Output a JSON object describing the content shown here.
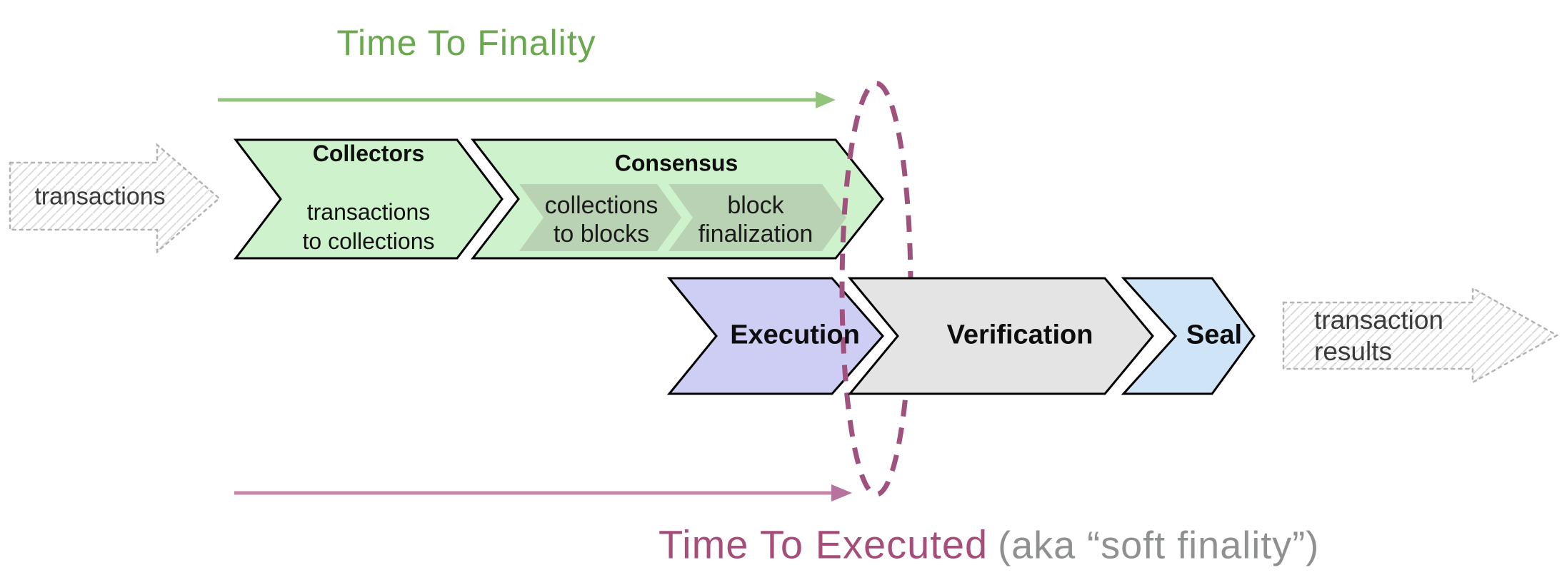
{
  "palette": {
    "title_green": "#6aa84f",
    "arrow_green": "#93c47d",
    "arrow_pink": "#c884a9",
    "arrow_pink_head": "#b5739d",
    "ellipse_magenta": "#a0527e",
    "caption_magenta": "#a64d79",
    "caption_gray": "#8f9091",
    "chevron_green": "#cdf2cc",
    "chevron_green_inner": "#b9d2b3",
    "chevron_purple": "#cecdf4",
    "chevron_gray": "#e4e4e4",
    "chevron_blue": "#cfe4f7",
    "sketch_border": "#b3b3b3",
    "sketch_hatch": "#dcdcdc"
  },
  "header": {
    "title": "Time To Finality"
  },
  "footer": {
    "title": "Time To Executed",
    "note": "(aka “soft finality”)"
  },
  "input_arrow": {
    "label": "transactions"
  },
  "output_arrow": {
    "label": "transaction\nresults"
  },
  "stages": {
    "collectors": {
      "title": "Collectors",
      "subtitle": "transactions\nto collections"
    },
    "consensus": {
      "title": "Consensus",
      "steps": [
        {
          "label": "collections\nto blocks"
        },
        {
          "label": "block\nfinalization"
        }
      ]
    },
    "execution": {
      "label": "Execution"
    },
    "verification": {
      "label": "Verification"
    },
    "seal": {
      "label": "Seal"
    }
  }
}
